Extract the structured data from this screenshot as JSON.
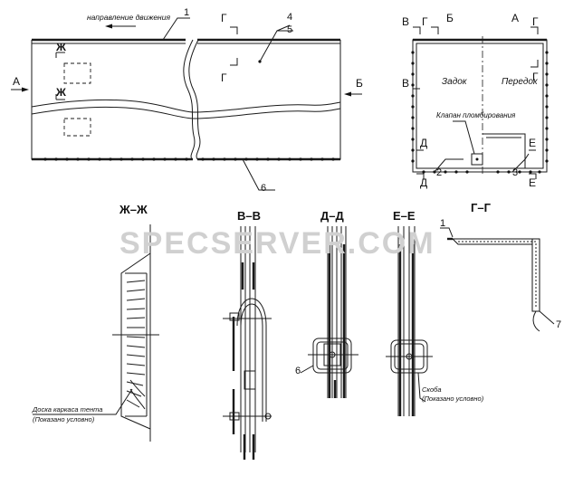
{
  "plan_view": {
    "direction_label": "направление движения",
    "callout_1": "1",
    "callout_4": "4",
    "callout_5": "5",
    "callout_6": "6",
    "section_zh_top": "Ж",
    "section_zh_bottom": "Ж",
    "section_g_top": "Г",
    "section_g_mid": "Г",
    "view_a": "А",
    "view_b": "Б"
  },
  "end_view": {
    "label_v_top": "В",
    "label_g_top_left": "Г",
    "label_b": "Б",
    "label_a": "А",
    "label_g_top_right": "Г",
    "label_v_left": "В",
    "label_g_right": "Г",
    "zadok": "Задок",
    "peredok": "Передок",
    "klapan": "Клапан пломбирования",
    "label_d_left": "Д",
    "label_d_bottom": "Д",
    "label_e_right": "Е",
    "label_e_bottom": "Е",
    "callout_2": "2",
    "callout_3": "3"
  },
  "sections": {
    "zh_title": "Ж–Ж",
    "v_title": "В–В",
    "d_title": "Д–Д",
    "e_title": "Е–Е",
    "g_title": "Г–Г",
    "zh_note_1": "Доска каркаса тента",
    "zh_note_2": "(Показано условно)",
    "d_callout": "6",
    "e_note_1": "Скоба",
    "e_note_2": "(Показано условно)",
    "g_callout_1": "1",
    "g_callout_7": "7"
  },
  "watermark": "SPECSERVER.COM"
}
